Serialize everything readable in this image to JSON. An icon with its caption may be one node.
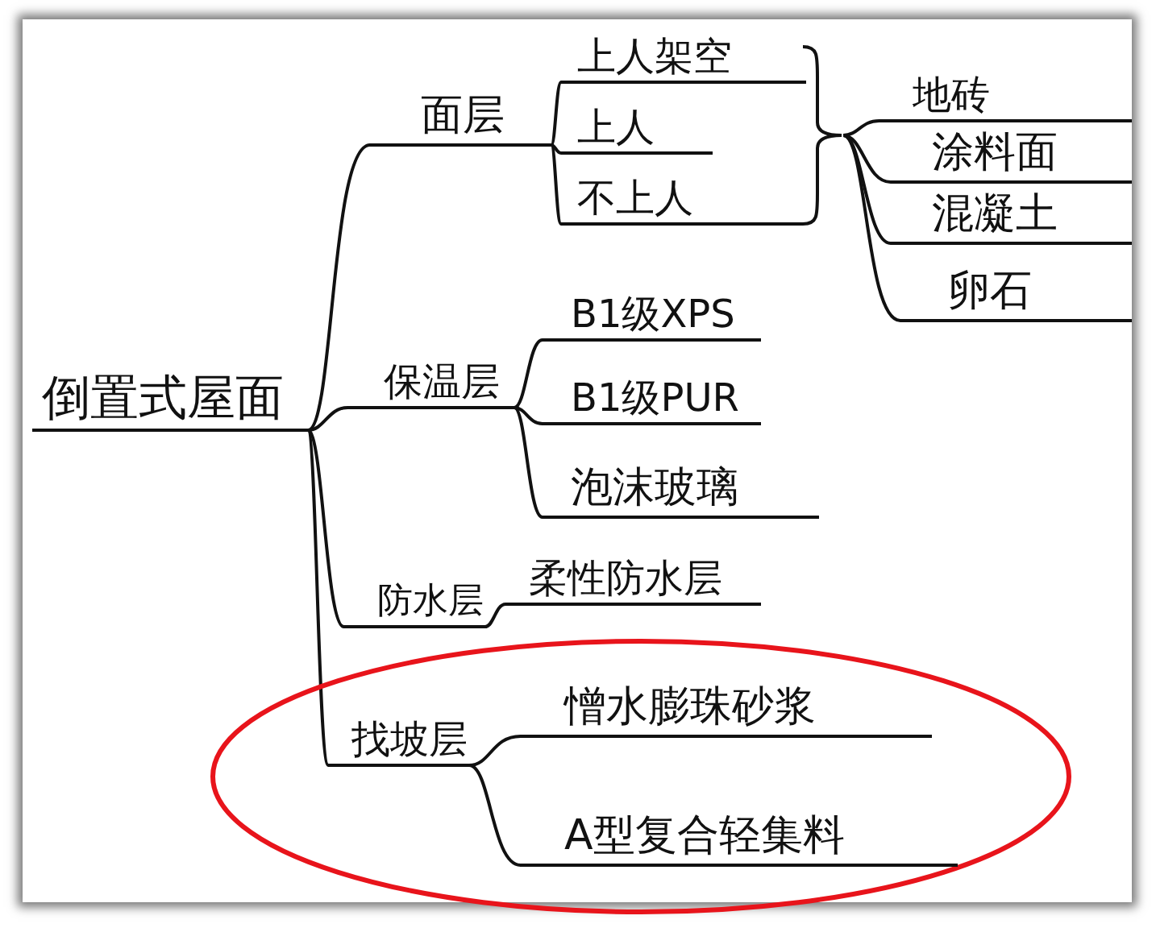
{
  "diagram": {
    "nodes": [
      {
        "text": [
          "倒置式屋面"
        ]
      },
      {
        "text": [
          "面层"
        ]
      },
      {
        "text": [
          "上人架空"
        ]
      },
      {
        "text": [
          "上人"
        ]
      },
      {
        "text": [
          "不上人"
        ]
      },
      {
        "text": [],
        "shape": "bracket"
      },
      {
        "text": [
          "地砖"
        ]
      },
      {
        "text": [
          "涂料面"
        ]
      },
      {
        "text": [
          "混凝土"
        ]
      },
      {
        "text": [
          "卵石"
        ]
      },
      {
        "text": [
          "保温层"
        ]
      },
      {
        "text": [
          "B1级XPS"
        ]
      },
      {
        "text": [
          "B1级PUR"
        ]
      },
      {
        "text": [
          "泡沫玻璃"
        ]
      },
      {
        "text": [
          "防水层"
        ]
      },
      {
        "text": [
          "柔性防水层"
        ]
      },
      {
        "text": [],
        "shape": "ellipse"
      },
      {
        "text": [
          "找坡层"
        ],
        "in": 16
      },
      {
        "text": [
          "憎水膨珠砂浆"
        ],
        "in": 16
      },
      {
        "text": [
          "A型复合轻集料"
        ],
        "in": 16
      }
    ],
    "edges": [
      {
        "from": 0,
        "to": 1,
        "arrow": "none"
      },
      {
        "from": 0,
        "to": 10,
        "arrow": "none"
      },
      {
        "from": 0,
        "to": 14,
        "arrow": "none"
      },
      {
        "from": 0,
        "to": 17,
        "arrow": "none"
      },
      {
        "from": 1,
        "to": 2,
        "arrow": "none"
      },
      {
        "from": 1,
        "to": 3,
        "arrow": "none"
      },
      {
        "from": 1,
        "to": 4,
        "arrow": "none"
      },
      {
        "from": 5,
        "to": 6,
        "arrow": "none"
      },
      {
        "from": 5,
        "to": 7,
        "arrow": "none"
      },
      {
        "from": 5,
        "to": 8,
        "arrow": "none"
      },
      {
        "from": 5,
        "to": 9,
        "arrow": "none"
      },
      {
        "from": 10,
        "to": 11,
        "arrow": "none"
      },
      {
        "from": 10,
        "to": 12,
        "arrow": "none"
      },
      {
        "from": 10,
        "to": 13,
        "arrow": "none"
      },
      {
        "from": 14,
        "to": 15,
        "arrow": "none"
      },
      {
        "from": 17,
        "to": 18,
        "arrow": "none"
      },
      {
        "from": 17,
        "to": 19,
        "arrow": "none"
      }
    ]
  }
}
